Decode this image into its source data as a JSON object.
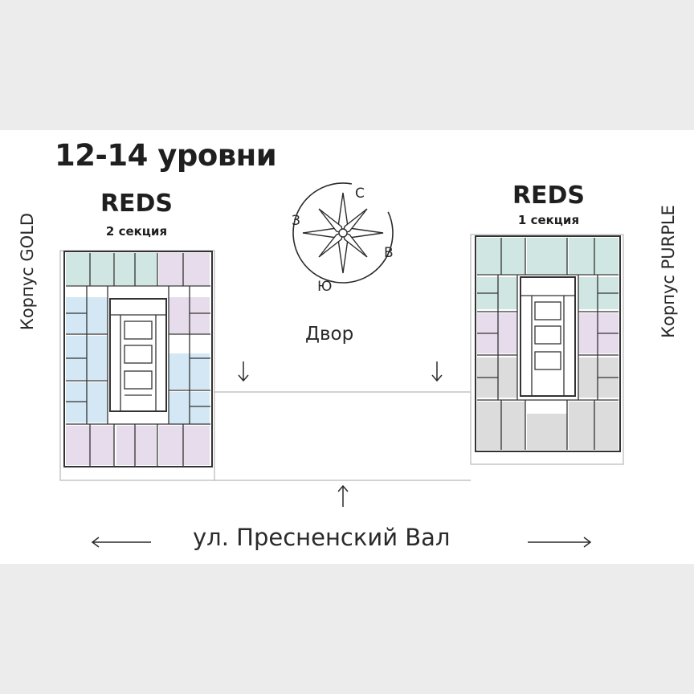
{
  "title": "12-14 уровни",
  "yard_label": "Двор",
  "street_label": "ул. Пресненский Вал",
  "left_building": {
    "name": "REDS",
    "section": "2 секция",
    "side_label": "Корпус GOLD"
  },
  "right_building": {
    "name": "REDS",
    "section": "1 секция",
    "side_label": "Корпус PURPLE"
  },
  "compass": {
    "north": "С",
    "east": "В",
    "south": "Ю",
    "west": "З"
  },
  "colors": {
    "background": "#ececec",
    "card": "#ffffff",
    "text": "#1f1f1f",
    "teal_units": "#cfe6e2",
    "blue_units": "#d3e7f4",
    "lilac_units": "#e6dcec",
    "gray_units": "#dcdcdc"
  },
  "icons": [
    "arrow-down-icon",
    "arrow-up-icon",
    "arrow-left-icon",
    "arrow-right-icon",
    "compass-rose-icon"
  ]
}
